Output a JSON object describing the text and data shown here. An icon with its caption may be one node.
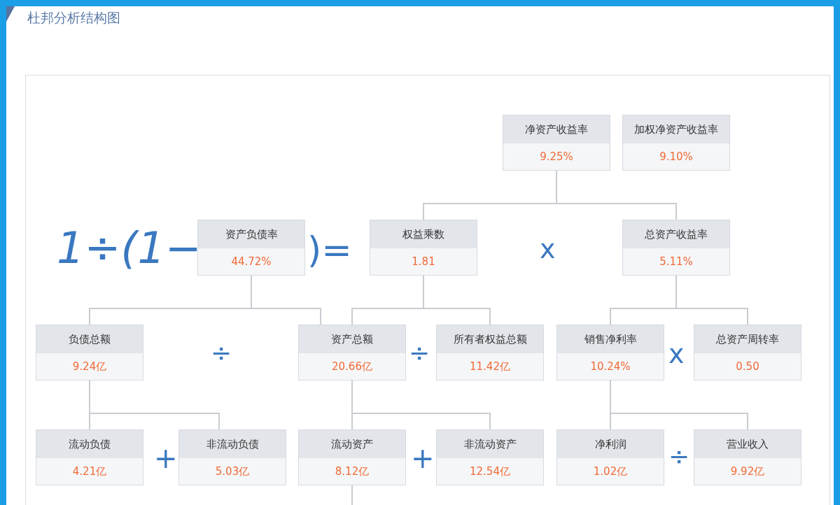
{
  "diagram": {
    "title": "杜邦分析结构图",
    "nodes": [
      {
        "text": [
          "净资产收益率",
          "9.25%"
        ]
      },
      {
        "text": [
          "加权净资产收益率",
          "9.10%"
        ]
      },
      {
        "text": [
          "资产负债率",
          "44.72%"
        ]
      },
      {
        "text": [
          "权益乘数",
          "1.81"
        ]
      },
      {
        "text": [
          "总资产收益率",
          "5.11%"
        ]
      },
      {
        "text": [
          "负债总额",
          "9.24亿"
        ]
      },
      {
        "text": [
          "资产总额",
          "20.66亿"
        ]
      },
      {
        "text": [
          "所有者权益总额",
          "11.42亿"
        ]
      },
      {
        "text": [
          "销售净利率",
          "10.24%"
        ]
      },
      {
        "text": [
          "总资产周转率",
          "0.50"
        ]
      },
      {
        "text": [
          "流动负债",
          "4.21亿"
        ]
      },
      {
        "text": [
          "非流动负债",
          "5.03亿"
        ]
      },
      {
        "text": [
          "流动资产",
          "8.12亿"
        ]
      },
      {
        "text": [
          "非流动资产",
          "12.54亿"
        ]
      },
      {
        "text": [
          "净利润",
          "1.02亿"
        ]
      },
      {
        "text": [
          "营业收入",
          "9.92亿"
        ]
      }
    ],
    "edges": [
      {
        "from": 0,
        "to": 3,
        "arrow": "none"
      },
      {
        "from": 0,
        "to": 4,
        "arrow": "none"
      },
      {
        "from": 2,
        "to": 5,
        "arrow": "none"
      },
      {
        "from": 2,
        "to": 6,
        "arrow": "none"
      },
      {
        "from": 3,
        "to": 6,
        "arrow": "none"
      },
      {
        "from": 3,
        "to": 7,
        "arrow": "none"
      },
      {
        "from": 4,
        "to": 8,
        "arrow": "none"
      },
      {
        "from": 4,
        "to": 9,
        "arrow": "none"
      },
      {
        "from": 5,
        "to": 10,
        "arrow": "none"
      },
      {
        "from": 5,
        "to": 11,
        "arrow": "none"
      },
      {
        "from": 6,
        "to": 12,
        "arrow": "none"
      },
      {
        "from": 6,
        "to": 13,
        "arrow": "none"
      },
      {
        "from": 8,
        "to": 14,
        "arrow": "none"
      },
      {
        "from": 8,
        "to": 15,
        "arrow": "none"
      },
      {
        "from": 12,
        "to": null,
        "arrow": "none"
      }
    ],
    "labels": [
      "1÷(1−",
      ")=",
      "x",
      "÷",
      "÷",
      "x",
      "+",
      "+",
      "÷"
    ]
  }
}
